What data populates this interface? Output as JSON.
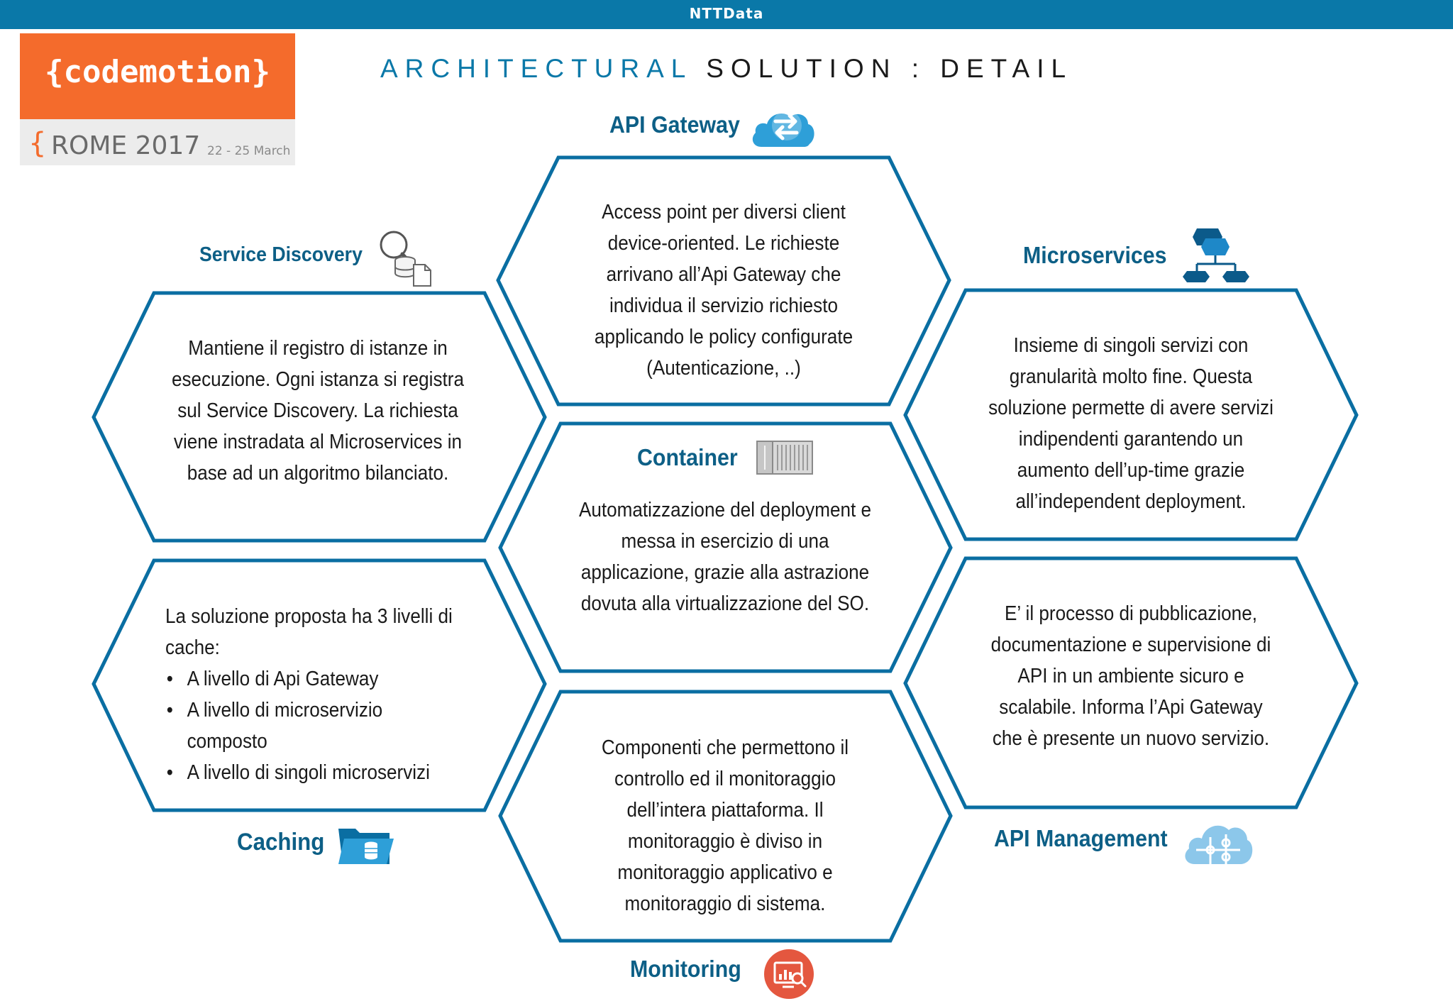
{
  "header": {
    "brand": "NTTData"
  },
  "logo": {
    "word": "{codemotion}",
    "brace": "{",
    "city": "ROME 2017",
    "dates": "22 - 25 March"
  },
  "title": {
    "part1": "ARCHITECTURAL",
    "part2": " SOLUTION : DETAIL"
  },
  "sections": {
    "api_gateway": {
      "label": "API Gateway",
      "icon": "cloud-exchange-icon",
      "text": "Access point per diversi client device-oriented.  Le richieste arrivano all’Api Gateway che individua il servizio richiesto applicando le policy configurate (Autenticazione, ..)"
    },
    "service_discovery": {
      "label": "Service Discovery",
      "icon": "search-database-icon",
      "text": "Mantiene il registro di istanze in esecuzione. Ogni istanza si registra sul Service Discovery. La richiesta viene instradata al Microservices in base ad un algoritmo bilanciato."
    },
    "microservices": {
      "label": "Microservices",
      "icon": "network-hierarchy-icon",
      "text": "Insieme di singoli servizi con granularità molto fine. Questa soluzione permette di avere servizi indipendenti garantendo un aumento dell’up-time grazie all’independent deployment."
    },
    "container": {
      "label": "Container",
      "icon": "shipping-container-icon",
      "text": "Automatizzazione del deployment  e messa in esercizio di una applicazione, grazie alla astrazione dovuta alla  virtualizzazione del SO."
    },
    "caching": {
      "label": "Caching",
      "icon": "folder-database-icon",
      "intro": "La soluzione proposta ha 3 livelli di cache:",
      "items": [
        "A livello di Api Gateway",
        "A livello di microservizio composto",
        "A livello di singoli microservizi"
      ]
    },
    "api_management": {
      "label": "API Management",
      "icon": "cloud-puzzle-icon",
      "text": "E’ il processo di pubblicazione, documentazione e supervisione di API  in un ambiente sicuro e scalabile. Informa l’Api Gateway che è presente un nuovo servizio."
    },
    "monitoring": {
      "label": "Monitoring",
      "icon": "monitor-chart-icon",
      "text": "Componenti che permettono il controllo ed il monitoraggio dell’intera piattaforma. Il monitoraggio è diviso in monitoraggio applicativo e monitoraggio di sistema."
    }
  },
  "colors": {
    "header": "#0a78a8",
    "accent": "#0d5f86",
    "hex_stroke": "#0a6ea2",
    "logo": "#f46b2c",
    "monitoring_icon": "#e4573f"
  }
}
